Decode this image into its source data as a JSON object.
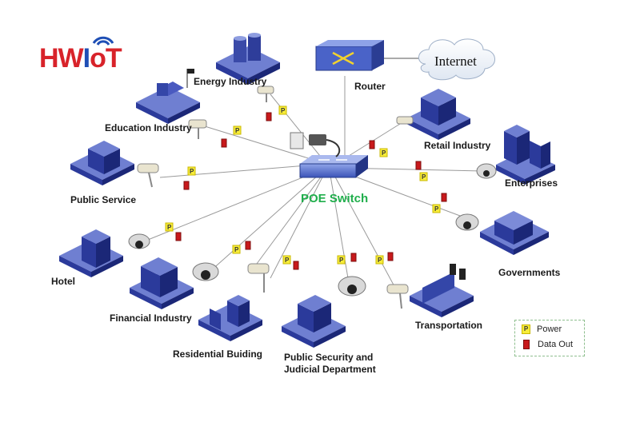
{
  "brand": {
    "logo_text_a": "HW",
    "logo_text_i": "I",
    "logo_text_b": "oT"
  },
  "hub": {
    "label": "POE Switch"
  },
  "router": {
    "label": "Router"
  },
  "internet": {
    "label": "Internet"
  },
  "nodes": {
    "energy": "Energy Industry",
    "education": "Education Industry",
    "public_service": "Public Service",
    "hotel": "Hotel",
    "financial": "Financial Industry",
    "residential": "Residential Buiding",
    "public_security_line1": "Public Security and",
    "public_security_line2": "Judicial Department",
    "transportation": "Transportation",
    "governments": "Governments",
    "enterprises": "Enterprises",
    "retail": "Retail Industry"
  },
  "legend": {
    "power": "Power",
    "data_out": "Data Out",
    "power_symbol": "P"
  },
  "colors": {
    "building_top": "#6f7fd1",
    "building_left": "#2b3a9b",
    "building_right": "#1b2777",
    "hub_green": "#1fae4b",
    "power_yellow": "#f7ec3a",
    "data_red": "#c8191c",
    "logo_red": "#d8232a",
    "logo_blue": "#1f4fb5"
  }
}
